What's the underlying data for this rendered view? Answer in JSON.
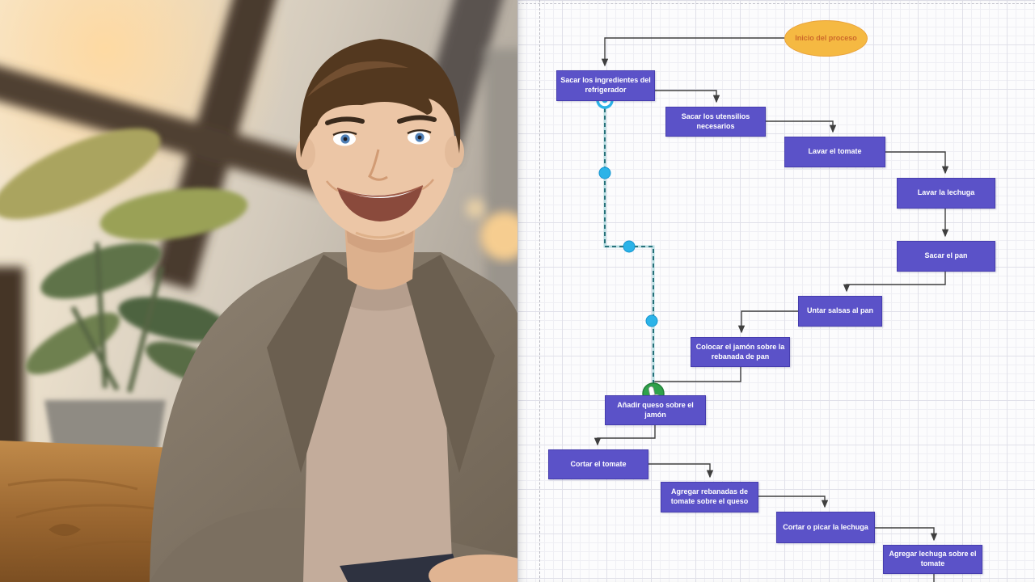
{
  "photo": {
    "alt": "Young man with short brown hair and blue eyes, smiling broadly, wearing a grey tweed blazer over a beige t-shirt, sitting at a wooden table beside a large window with dark frames, green potted plant and warm sunlight in a cafe"
  },
  "diagram": {
    "start": {
      "label": "Inicio del proceso"
    },
    "nodes": [
      {
        "label": "Sacar los ingredientes del refrigerador"
      },
      {
        "label": "Sacar los utensilios necesarios"
      },
      {
        "label": "Lavar el tomate"
      },
      {
        "label": "Lavar la lechuga"
      },
      {
        "label": "Sacar el pan"
      },
      {
        "label": "Untar salsas al pan"
      },
      {
        "label": "Colocar el jamón sobre la rebanada de pan"
      },
      {
        "label": "Añadir queso sobre el jamón"
      },
      {
        "label": "Cortar el tomate"
      },
      {
        "label": "Agregar rebanadas de tomate sobre el queso"
      },
      {
        "label": "Cortar o picar la lechuga"
      },
      {
        "label": "Agregar lechuga sobre el tomate"
      }
    ],
    "selection": {
      "selected_edge_from": "Sacar los ingredientes del refrigerador",
      "selected_edge_to": "Añadir queso sobre el jamón",
      "waypoint_count": 3
    },
    "colors": {
      "node_fill": "#5b52c8",
      "node_border": "#463dae",
      "node_text": "#ffffff",
      "start_fill": "#f5b942",
      "start_text": "#cd6a2a",
      "connector": "#3f3f3f",
      "selected_edge": "#16646d",
      "handle_blue": "#2bb3e8",
      "drop_target_green": "#2fa14b",
      "grid_line": "#e0e0e9"
    }
  }
}
